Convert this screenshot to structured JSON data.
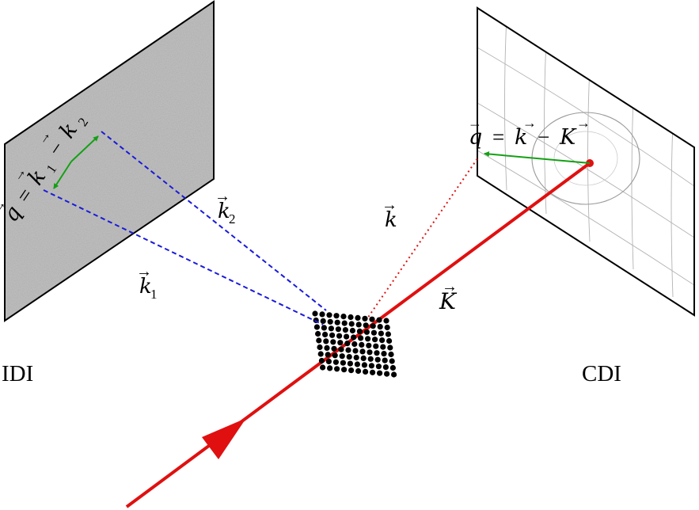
{
  "labels": {
    "idi": "IDI",
    "cdi": "CDI",
    "k1_vec": "k",
    "k1_sub": "1",
    "k2_vec": "k",
    "k2_sub": "2",
    "k_vec": "k",
    "K_vec": "K",
    "arrow_glyph": "→",
    "q_idi": {
      "q": "q",
      "eq": "=",
      "k": "k",
      "sub1": "1",
      "minus": "−",
      "k2": "k",
      "sub2": "2"
    },
    "q_cdi": {
      "q": "q",
      "eq": "=",
      "k": "k",
      "minus": "−",
      "K": "K"
    }
  },
  "colors": {
    "beam": "#e01010",
    "scatter_idi": "#1a1adc",
    "q_arrow": "#14a014",
    "sample": "#000000",
    "screen_idi_fill": "#bdbdbd",
    "screen_cdi_fill": "#ffffff"
  }
}
